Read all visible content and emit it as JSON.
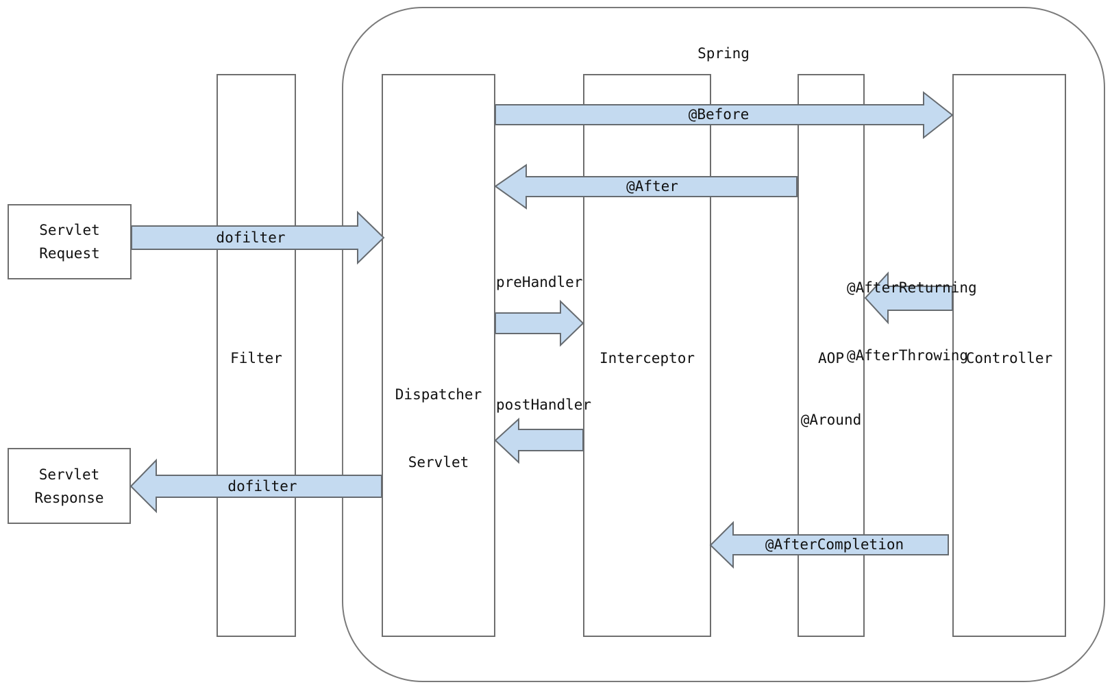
{
  "diagram_type": "sequence-flow",
  "colors": {
    "background": "#ffffff",
    "arrow_fill": "#c4daf0",
    "arrow_stroke": "#666b70",
    "border_gray": "#6e6e6e",
    "text": "#111111"
  },
  "spring_container": {
    "label": "Spring"
  },
  "external_boxes": {
    "servlet_request": {
      "lines": [
        "Servlet",
        "Request"
      ]
    },
    "servlet_response": {
      "lines": [
        "Servlet",
        "Response"
      ]
    }
  },
  "columns": [
    {
      "id": "filter",
      "lines": [
        "Filter"
      ]
    },
    {
      "id": "dispatcher_servlet",
      "lines": [
        "Dispatcher",
        "Servlet"
      ]
    },
    {
      "id": "interceptor",
      "lines": [
        "Interceptor"
      ]
    },
    {
      "id": "aop",
      "lines": [
        "AOP"
      ],
      "annotation": "@Around"
    },
    {
      "id": "controller",
      "lines": [
        "Controller"
      ]
    }
  ],
  "arrows": [
    {
      "id": "dofilter_request",
      "label": "dofilter",
      "direction": "right",
      "from": "Servlet Request",
      "to": "Dispatcher Servlet"
    },
    {
      "id": "before",
      "label": "@Before",
      "direction": "right",
      "from": "Dispatcher Servlet",
      "to": "Controller"
    },
    {
      "id": "after",
      "label": "@After",
      "direction": "left",
      "from": "AOP",
      "to": "Dispatcher Servlet"
    },
    {
      "id": "pre_handler",
      "label": "preHandler",
      "direction": "right",
      "from": "Dispatcher Servlet",
      "to": "Interceptor"
    },
    {
      "id": "post_handler",
      "label": "postHandler",
      "direction": "left",
      "from": "Interceptor",
      "to": "Dispatcher Servlet"
    },
    {
      "id": "after_returning",
      "label_lines": [
        "@AfterReturning",
        "@AfterThrowing"
      ],
      "direction": "left",
      "from": "Controller",
      "to": "AOP"
    },
    {
      "id": "after_completion",
      "label": "@AfterCompletion",
      "direction": "left",
      "from": "Controller",
      "to": "Interceptor"
    },
    {
      "id": "dofilter_response",
      "label": "dofilter",
      "direction": "left",
      "from": "Dispatcher Servlet",
      "to": "Servlet Response"
    }
  ]
}
